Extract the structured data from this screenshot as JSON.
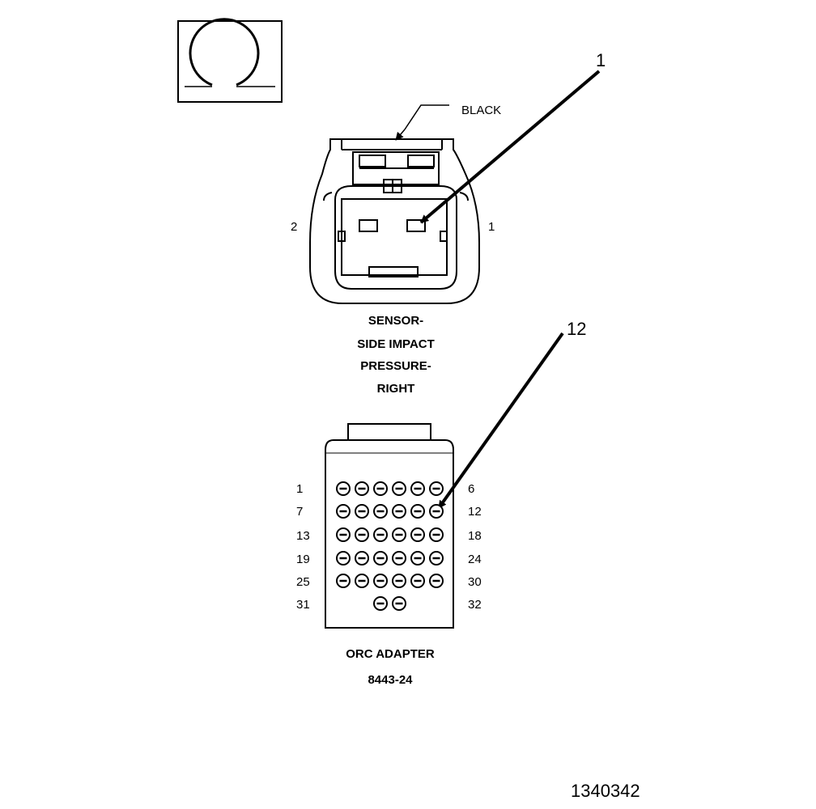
{
  "colors": {
    "ink": "#000000",
    "paper": "#ffffff"
  },
  "view_icon": "female-terminal-view-icon",
  "callouts": {
    "top": "1",
    "bottom": "12"
  },
  "sensor": {
    "color_label": "BLACK",
    "pin_left": "2",
    "pin_right": "1",
    "title_lines": [
      "SENSOR-",
      "SIDE IMPACT",
      "PRESSURE-",
      "RIGHT"
    ]
  },
  "adapter": {
    "row_left_labels": [
      "1",
      "7",
      "13",
      "19",
      "25",
      "31"
    ],
    "row_right_labels": [
      "6",
      "12",
      "18",
      "24",
      "30",
      "32"
    ],
    "pins_per_row": [
      6,
      6,
      6,
      6,
      6,
      2
    ],
    "title_lines": [
      "ORC ADAPTER",
      "8443-24"
    ]
  },
  "figure_id": "1340342"
}
